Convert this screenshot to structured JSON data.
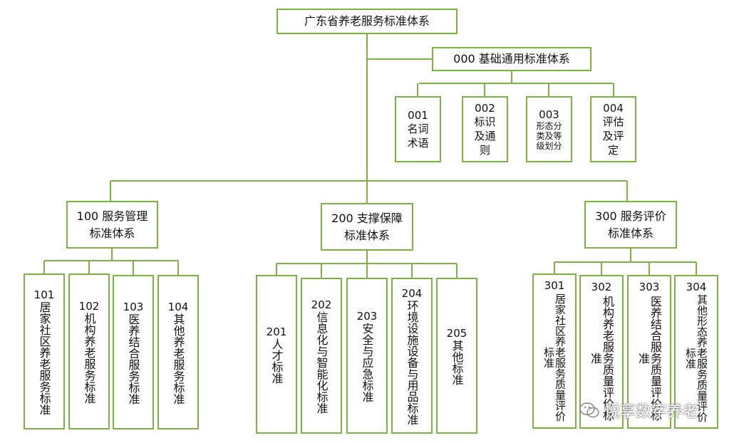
{
  "root": "广东省养老服务标准体系",
  "base": {
    "title": "000 基础通用标准体系",
    "children": [
      {
        "code": "001",
        "text": "名词\n术语"
      },
      {
        "code": "002",
        "text": "标识\n及通\n则"
      },
      {
        "code": "003",
        "text": "形态分\n类及等\n级划分"
      },
      {
        "code": "004",
        "text": "评估\n及评\n定"
      }
    ]
  },
  "groups": [
    {
      "title_line1": "100 服务管理",
      "title_line2": "标准体系",
      "children": [
        {
          "code": "101",
          "text": "居家社区养老服务标准"
        },
        {
          "code": "102",
          "text": "机构养老服务标准"
        },
        {
          "code": "103",
          "text": "医养结合服务标准"
        },
        {
          "code": "104",
          "text": "其他养老服务标准"
        }
      ]
    },
    {
      "title_line1": "200 支撑保障",
      "title_line2": "标准体系",
      "children": [
        {
          "code": "201",
          "text": "人才标准"
        },
        {
          "code": "202",
          "text": "信息化与智能化标准"
        },
        {
          "code": "203",
          "text": "安全与应急标准"
        },
        {
          "code": "204",
          "text": "环境设施设备与用品标准"
        },
        {
          "code": "205",
          "text": "其他标准"
        }
      ]
    },
    {
      "title_line1": "300 服务评价",
      "title_line2": "标准体系",
      "children": [
        {
          "code": "301",
          "text": "居家社区养老服务质量评价标准"
        },
        {
          "code": "302",
          "text": "机构养老服务质量评价标准"
        },
        {
          "code": "303",
          "text": "医养结合服务质量评价标准"
        },
        {
          "code": "304",
          "text": "其他形态养老服务质量评价标准"
        }
      ]
    }
  ],
  "watermark": "悦享数字养老",
  "colors": {
    "border": "#7cb342",
    "line": "#7cb342"
  }
}
